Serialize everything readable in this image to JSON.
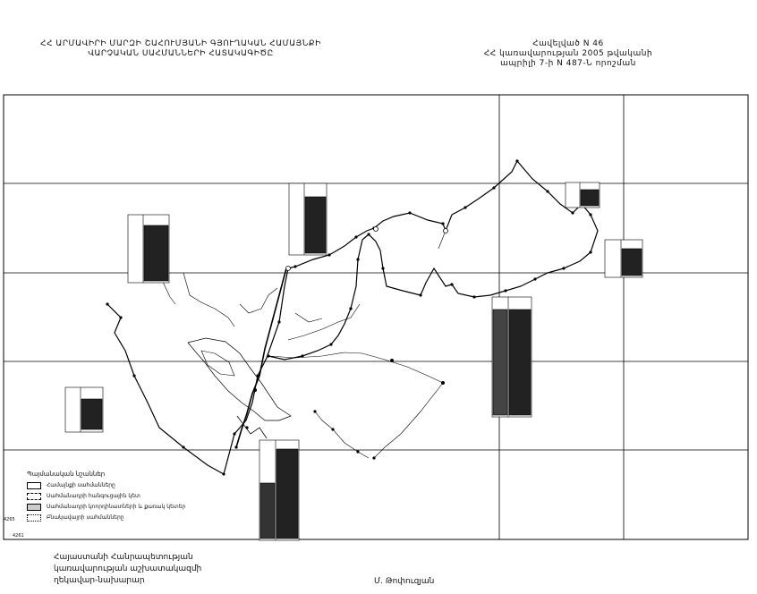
{
  "header": {
    "left_line1": "ՀՀ ԱՐՄԱՎԻՐԻ ՄԱՐԶԻ ՇԱՀՈՒՄՅԱՆԻ ԳՅՈՒՂԱԿԱՆ ՀԱՄԱՅՆՔԻ",
    "left_line2": "ՎԱՐՉԱԿԱՆ ՍԱՀՄԱՆՆԵՐԻ ՀԱՏԱԿԱԳԻԾԸ",
    "right_line1": "Հավելված N 46",
    "right_line2": "ՀՀ կառավարության 2005 թվականի",
    "right_line3": "ապրիլի 7-ի N 487-Ն որոշման"
  },
  "legend": {
    "title": "Պայմանական  նշաններ",
    "items": [
      "Համայնքի սահմանները",
      "Սահմանադրի հանգուցային կետ",
      "Սահմանադրի կոորդինատների և քառակ կետեր",
      "Բնակավայրի սահմանները"
    ]
  },
  "footer": {
    "line1": "Հայաստանի Հանրապետության",
    "line2": "կառավարության աշխատակազմի",
    "line3": "ղեկավար-նախարար",
    "signature": "Մ. Թոփուզյան"
  },
  "map": {
    "left_margin_label": "4265",
    "bottom_label": "4261"
  }
}
